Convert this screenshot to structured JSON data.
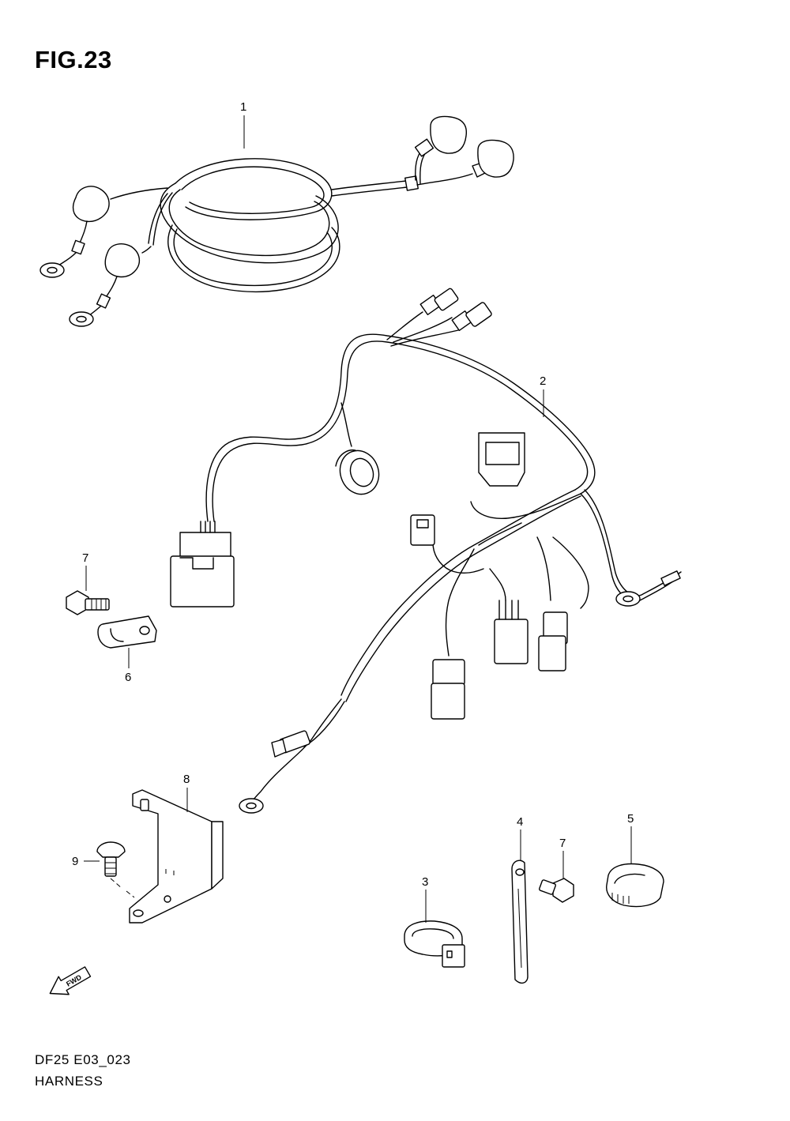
{
  "figure": {
    "title": "FIG.23",
    "code": "DF25 E03_023",
    "name": "HARNESS"
  },
  "callouts": [
    {
      "id": "1",
      "label": "1",
      "part": "harness-1"
    },
    {
      "id": "2",
      "label": "2",
      "part": "harness-2"
    },
    {
      "id": "3",
      "label": "3",
      "part": "clamp-3"
    },
    {
      "id": "4",
      "label": "4",
      "part": "band-4"
    },
    {
      "id": "5",
      "label": "5",
      "part": "clamp-5"
    },
    {
      "id": "6",
      "label": "6",
      "part": "clamp-6"
    },
    {
      "id": "7a",
      "label": "7",
      "part": "bolt-7-upper"
    },
    {
      "id": "7b",
      "label": "7",
      "part": "bolt-7-lower"
    },
    {
      "id": "8",
      "label": "8",
      "part": "bracket-8"
    },
    {
      "id": "9",
      "label": "9",
      "part": "screw-9"
    }
  ],
  "fwd_marker": {
    "label": "FWD",
    "icon": "fwd-arrow-icon"
  }
}
